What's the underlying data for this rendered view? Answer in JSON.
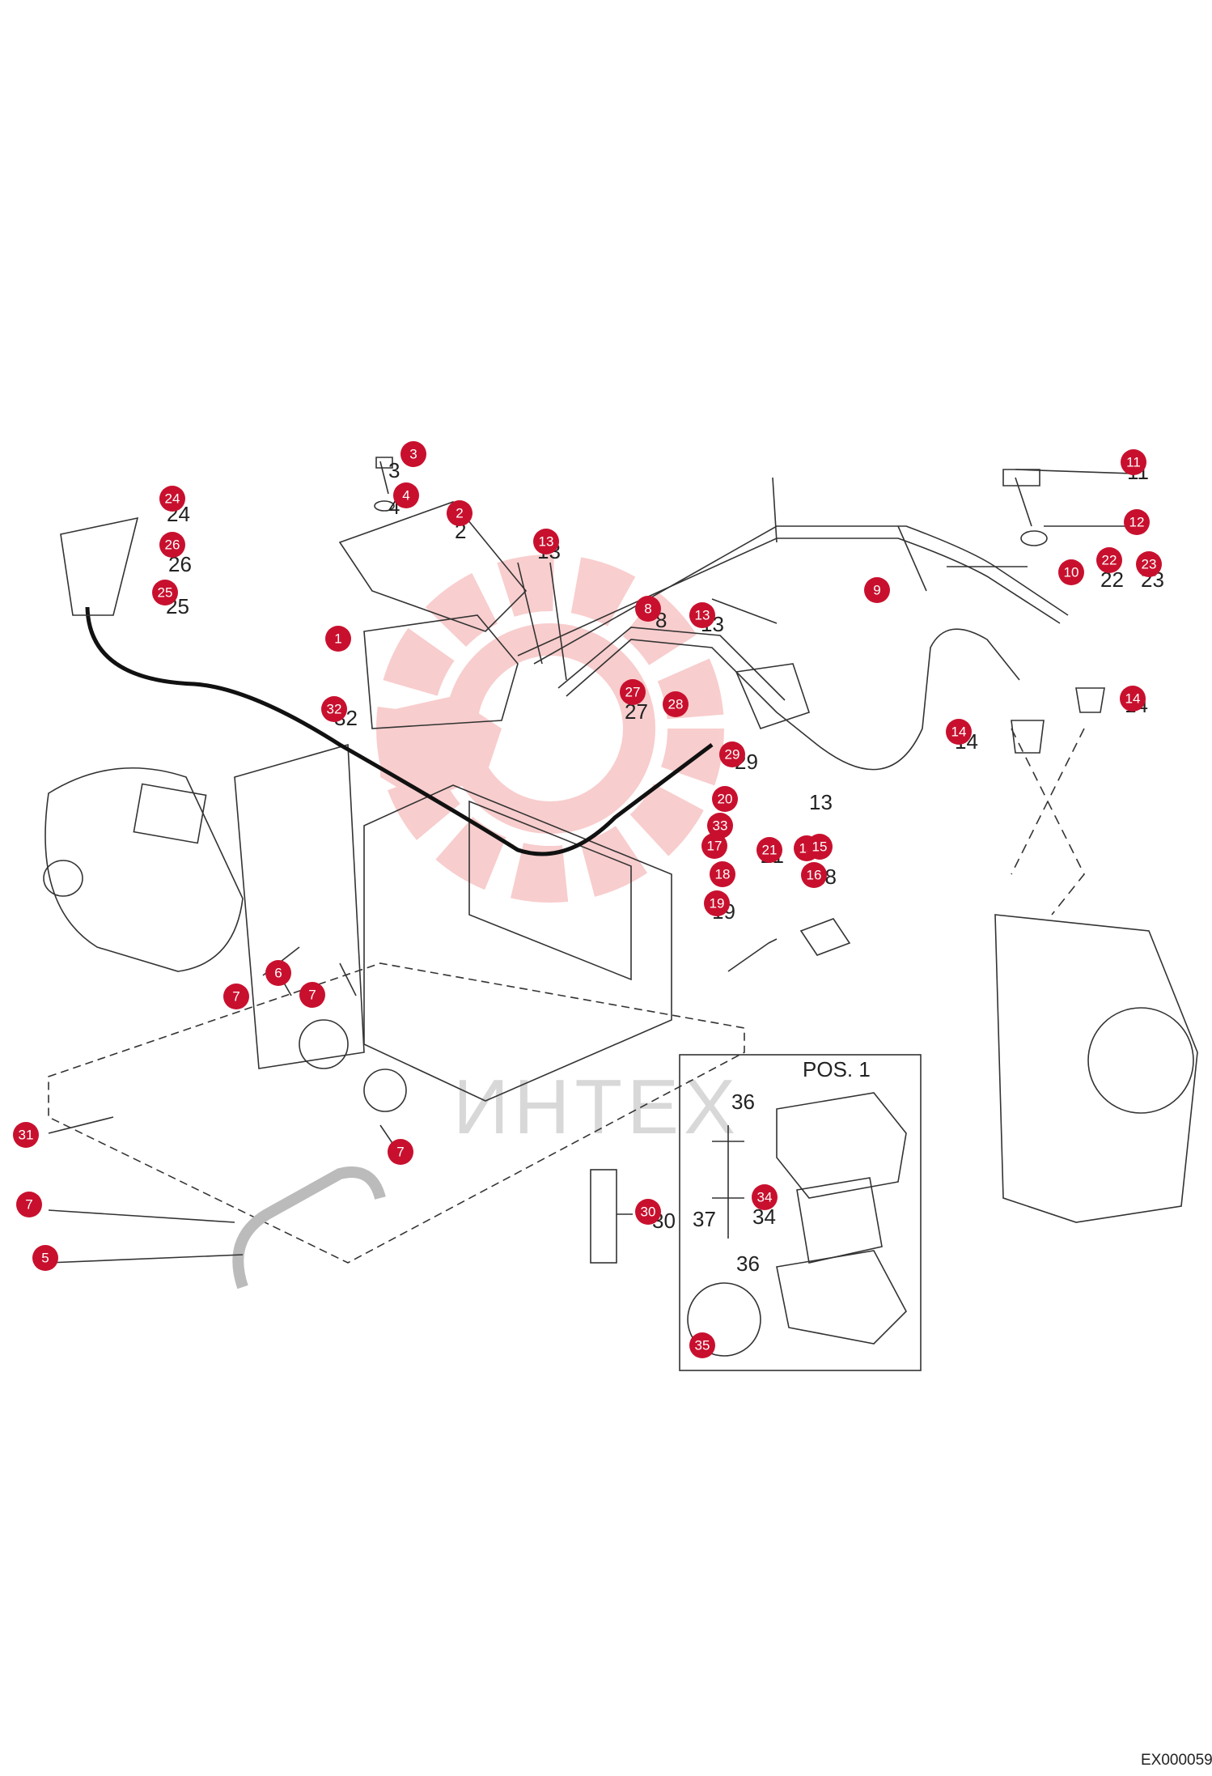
{
  "watermark": {
    "text": "ИНТЕХ",
    "color": "#f4a6a6"
  },
  "pos_box": {
    "title": "POS. 1"
  },
  "document_code": "EX000059",
  "callout_color": "#c8102e",
  "callouts": [
    {
      "n": "1"
    },
    {
      "n": "2"
    },
    {
      "n": "3"
    },
    {
      "n": "4"
    },
    {
      "n": "5"
    },
    {
      "n": "6"
    },
    {
      "n": "7"
    },
    {
      "n": "7"
    },
    {
      "n": "7"
    },
    {
      "n": "7"
    },
    {
      "n": "8"
    },
    {
      "n": "9"
    },
    {
      "n": "10"
    },
    {
      "n": "11"
    },
    {
      "n": "12"
    },
    {
      "n": "13"
    },
    {
      "n": "13"
    },
    {
      "n": "13"
    },
    {
      "n": "14"
    },
    {
      "n": "14"
    },
    {
      "n": "15"
    },
    {
      "n": "16"
    },
    {
      "n": "17"
    },
    {
      "n": "18"
    },
    {
      "n": "19"
    },
    {
      "n": "20"
    },
    {
      "n": "21"
    },
    {
      "n": "22"
    },
    {
      "n": "23"
    },
    {
      "n": "24"
    },
    {
      "n": "25"
    },
    {
      "n": "26"
    },
    {
      "n": "27"
    },
    {
      "n": "28"
    },
    {
      "n": "29"
    },
    {
      "n": "30"
    },
    {
      "n": "31"
    },
    {
      "n": "32"
    },
    {
      "n": "33"
    },
    {
      "n": "34"
    },
    {
      "n": "35"
    }
  ],
  "plain_labels": [
    {
      "t": "13"
    },
    {
      "t": "8"
    },
    {
      "t": "13"
    },
    {
      "t": "3"
    },
    {
      "t": "4"
    },
    {
      "t": "2"
    },
    {
      "t": "24"
    },
    {
      "t": "26"
    },
    {
      "t": "25"
    },
    {
      "t": "32"
    },
    {
      "t": "27"
    },
    {
      "t": "29"
    },
    {
      "t": "13"
    },
    {
      "t": "11"
    },
    {
      "t": "22"
    },
    {
      "t": "23"
    },
    {
      "t": "14"
    },
    {
      "t": "14"
    },
    {
      "t": "21"
    },
    {
      "t": "18"
    },
    {
      "t": "19"
    },
    {
      "t": "36"
    },
    {
      "t": "36"
    },
    {
      "t": "37"
    },
    {
      "t": "34"
    },
    {
      "t": "30"
    }
  ]
}
